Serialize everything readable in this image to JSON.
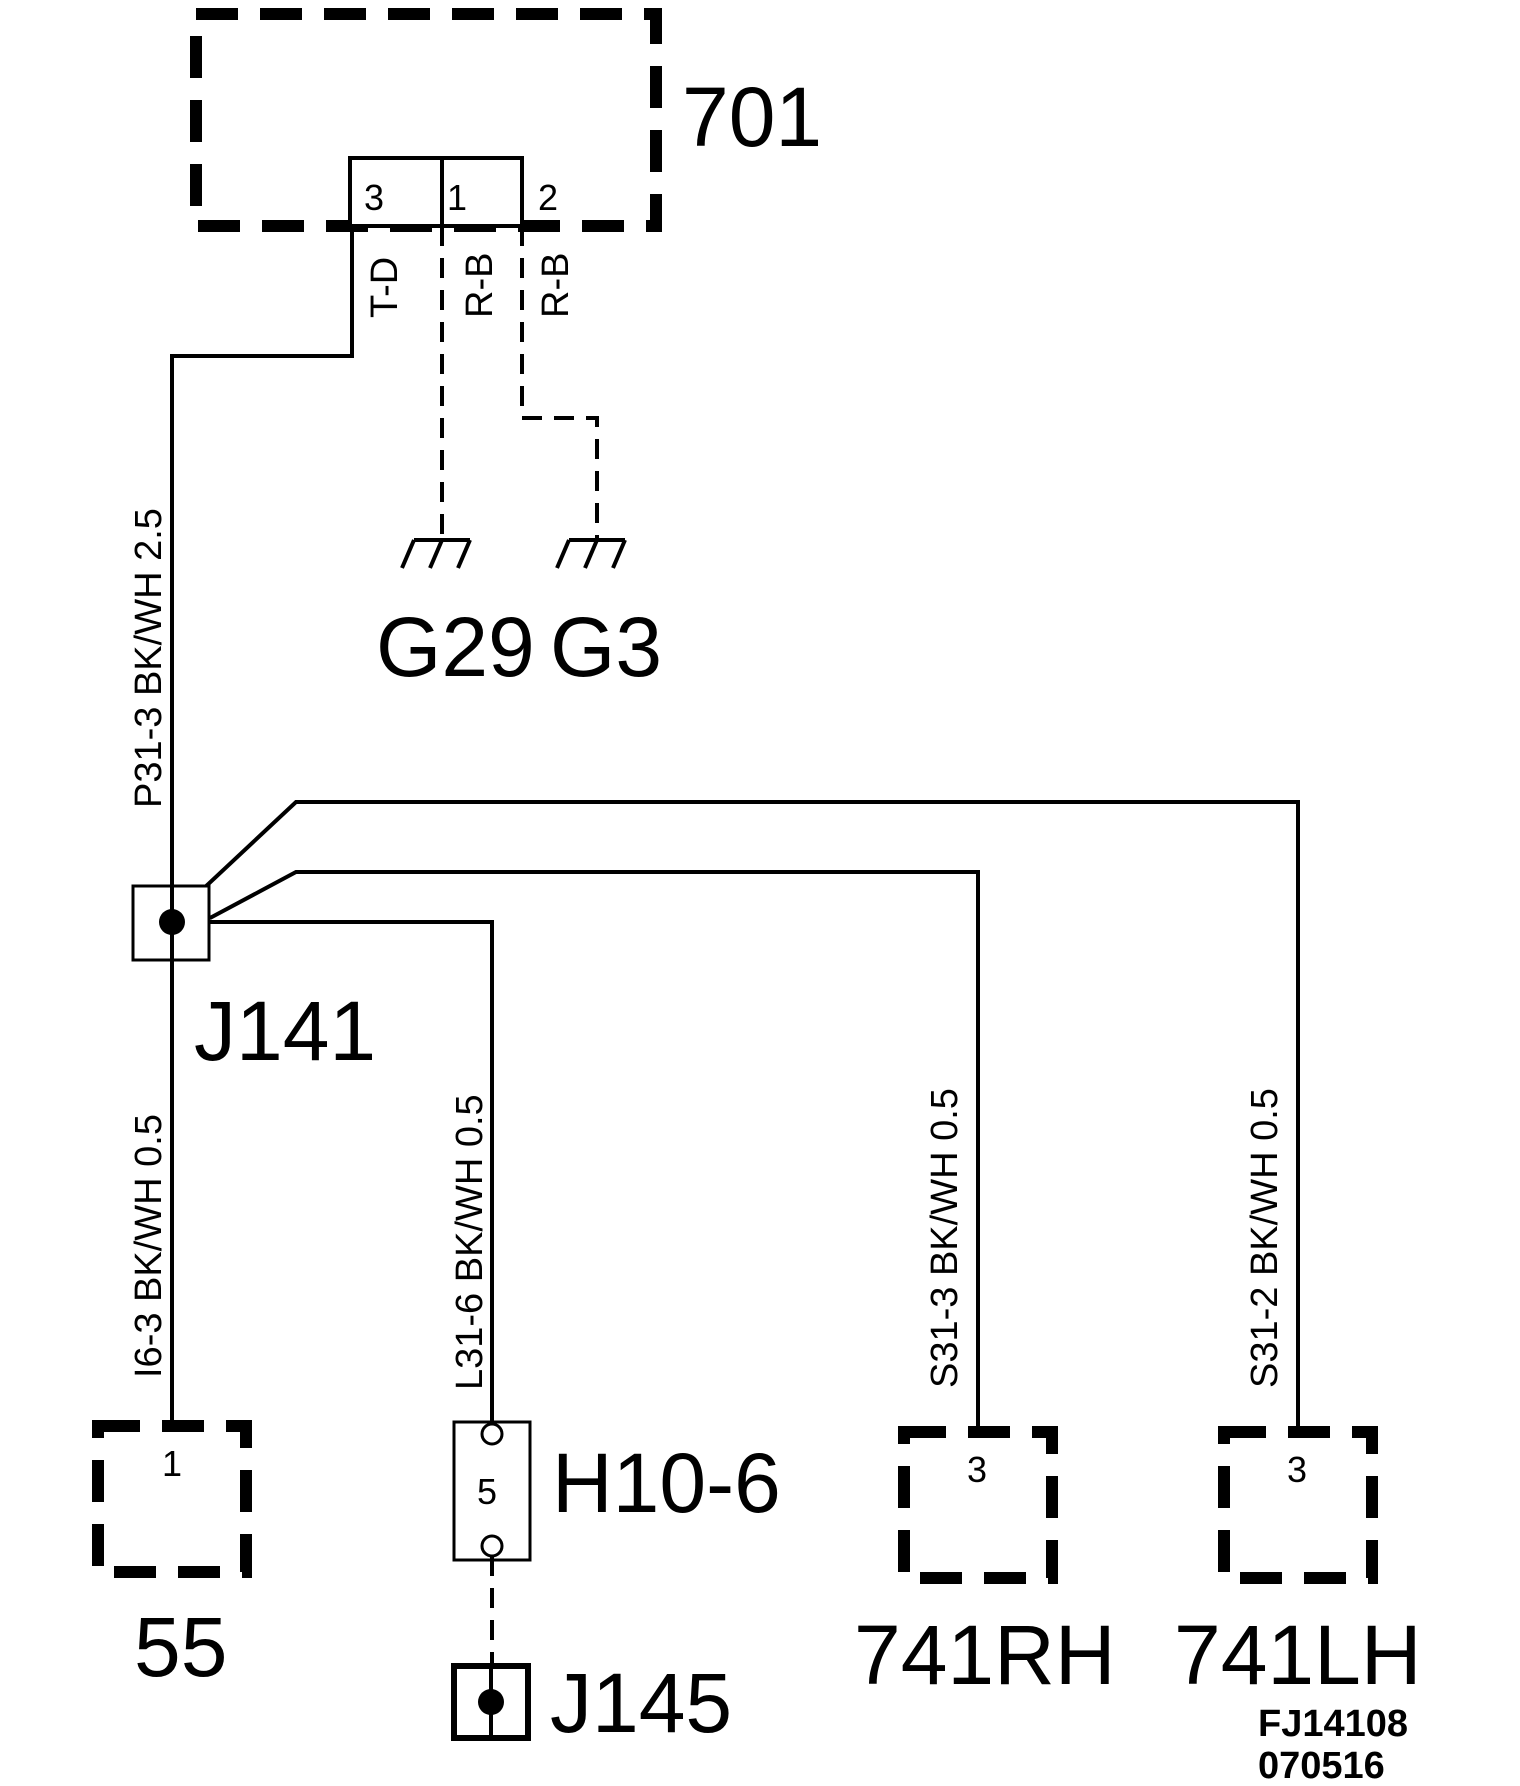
{
  "components": {
    "c701": "701",
    "g29": "G29",
    "g3": "G3",
    "j141": "J141",
    "c55": "55",
    "h10": "H10-6",
    "j145": "J145",
    "c741rh": "741RH",
    "c741lh": "741LH"
  },
  "pins": {
    "c701_pin3": "3",
    "c701_pin1": "1",
    "c701_pin2": "2",
    "c55_pin": "1",
    "h10_pin": "5",
    "c741rh_pin": "3",
    "c741lh_pin": "3"
  },
  "wires": {
    "w701_3": "T-D",
    "w701_1": "R-B",
    "w701_2": "R-B",
    "main": "P31-3   BK/WH   2.5",
    "to55": "I6-3  BK/WH   0.5",
    "toH10": "L31-6   BK/WH   0.5",
    "toRH": "S31-3   BK/WH   0.5",
    "toLH": "S31-2   BK/WH   0.5"
  },
  "figure_code": {
    "line1": "FJ14108",
    "line2": "070516"
  }
}
